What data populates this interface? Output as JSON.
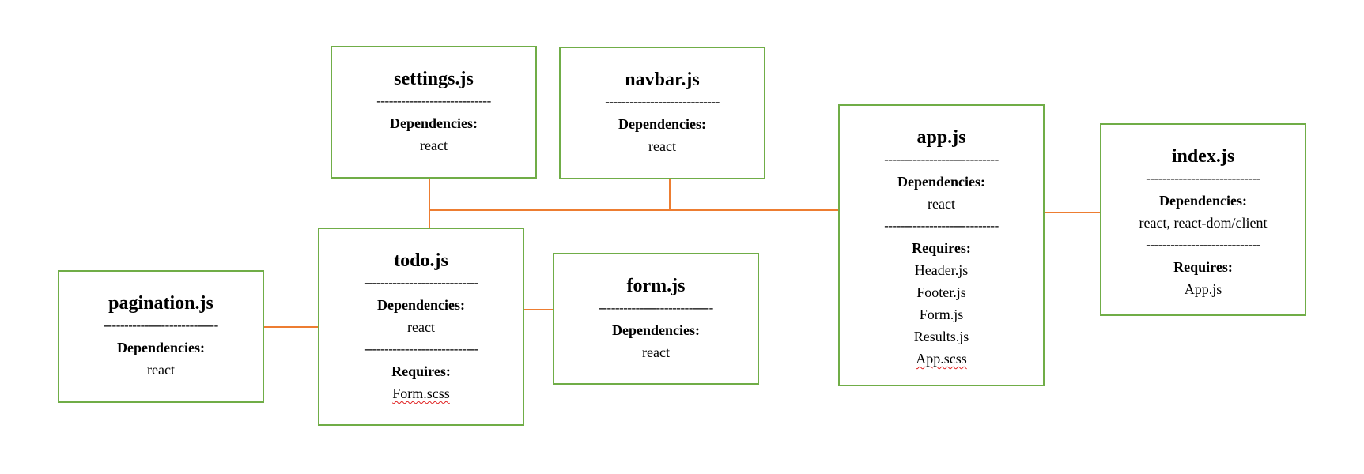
{
  "colors": {
    "box_border": "#70ad47",
    "connector": "#ed7d31",
    "text": "#000000",
    "spellcheck_underline": "#e02020"
  },
  "divider_text": "----------------------------",
  "labels": {
    "dependencies": "Dependencies:",
    "requires": "Requires:"
  },
  "nodes": {
    "settings": {
      "title": "settings.js",
      "dependencies": [
        "react"
      ]
    },
    "navbar": {
      "title": "navbar.js",
      "dependencies": [
        "react"
      ]
    },
    "todo": {
      "title": "todo.js",
      "dependencies": [
        "react"
      ],
      "requires": [
        "Form.scss"
      ]
    },
    "form": {
      "title": "form.js",
      "dependencies": [
        "react"
      ]
    },
    "pagination": {
      "title": "pagination.js",
      "dependencies": [
        "react"
      ]
    },
    "app": {
      "title": "app.js",
      "dependencies": [
        "react"
      ],
      "requires": [
        "Header.js",
        "Footer.js",
        "Form.js",
        "Results.js",
        "App.scss"
      ]
    },
    "index": {
      "title": "index.js",
      "dependencies": [
        "react, react-dom/client"
      ],
      "requires": [
        "App.js"
      ]
    }
  },
  "edges": [
    [
      "settings",
      "todo"
    ],
    [
      "navbar",
      "todo"
    ],
    [
      "todo",
      "app"
    ],
    [
      "pagination",
      "todo"
    ],
    [
      "todo",
      "form"
    ],
    [
      "app",
      "index"
    ]
  ]
}
